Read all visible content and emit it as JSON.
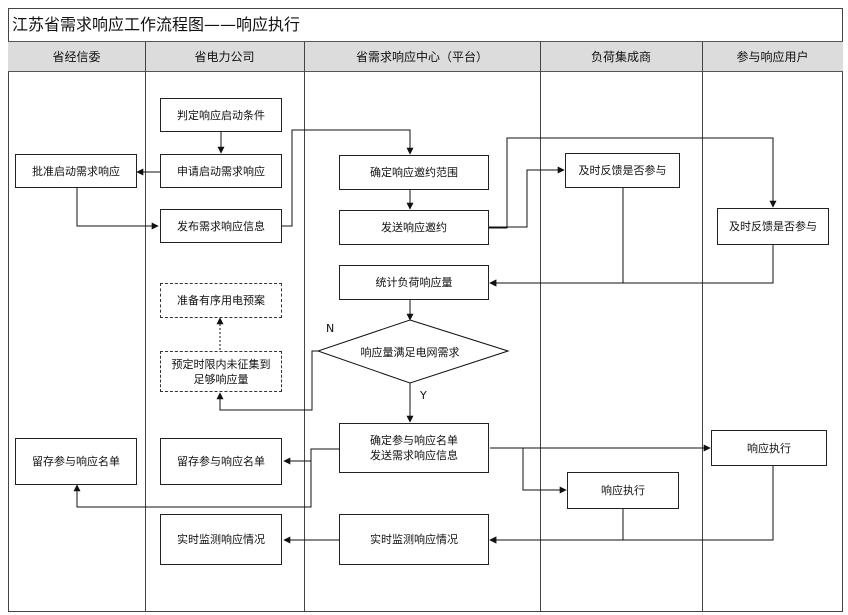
{
  "title": "江苏省需求响应工作流程图——响应执行",
  "lanes": [
    {
      "id": "jxw",
      "label": "省经信委"
    },
    {
      "id": "power",
      "label": "省电力公司"
    },
    {
      "id": "center",
      "label": "省需求响应中心（平台）"
    },
    {
      "id": "aggregator",
      "label": "负荷集成商"
    },
    {
      "id": "user",
      "label": "参与响应用户"
    }
  ],
  "nodes": {
    "judge": {
      "lines": [
        "判定响应启动条件"
      ]
    },
    "apply": {
      "lines": [
        "申请启动需求响应"
      ]
    },
    "approve": {
      "lines": [
        "批准启动需求响应"
      ]
    },
    "publish": {
      "lines": [
        "发布需求响应信息"
      ]
    },
    "confirm_scope": {
      "lines": [
        "确定响应邀约范围"
      ]
    },
    "send_invite": {
      "lines": [
        "发送响应邀约"
      ]
    },
    "agg_feedback": {
      "lines": [
        "及时反馈是否参与"
      ]
    },
    "user_feedback": {
      "lines": [
        "及时反馈是否参与"
      ]
    },
    "count": {
      "lines": [
        "统计负荷响应量"
      ]
    },
    "prepare_plan": {
      "lines": [
        "准备有序用电预案"
      ]
    },
    "not_enough": {
      "lines": [
        "预定时限内未征集到",
        "足够响应量"
      ]
    },
    "decision": {
      "lines": [
        "响应量满足电网需求"
      ]
    },
    "confirm_list": {
      "lines": [
        "确定参与响应名单",
        "发送需求响应信息"
      ]
    },
    "user_exec": {
      "lines": [
        "响应执行"
      ]
    },
    "agg_exec": {
      "lines": [
        "响应执行"
      ]
    },
    "store_jxw": {
      "lines": [
        "留存参与响应名单"
      ]
    },
    "store_power": {
      "lines": [
        "留存参与响应名单"
      ]
    },
    "monitor_power": {
      "lines": [
        "实时监测响应情况"
      ]
    },
    "monitor_center": {
      "lines": [
        "实时监测响应情况"
      ]
    }
  },
  "edge_labels": {
    "no": "N",
    "yes": "Y"
  }
}
